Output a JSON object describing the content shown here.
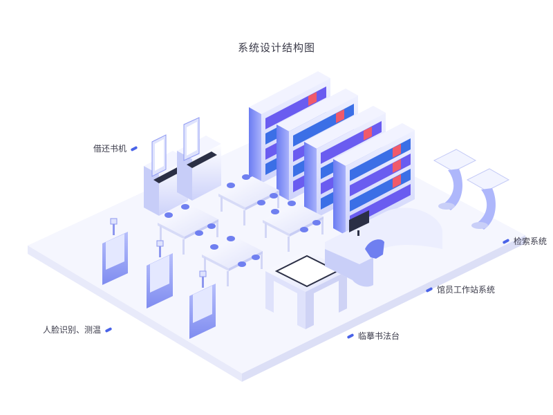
{
  "title": "系统设计结构图",
  "labels": {
    "borrow_return": "借还书机",
    "search": "检索系统",
    "staff_workstation": "馆员工作站系统",
    "calligraphy": "临摹书法台",
    "face_temp": "人脸识别、测温"
  },
  "colors": {
    "accent": "#4a63e8",
    "book_blue": "#3b6fe6",
    "book_purple": "#6a5cf0",
    "book_red": "#f05a6a",
    "floor_top": "#f4f5fe",
    "floor_side": "#e4e6f8"
  }
}
